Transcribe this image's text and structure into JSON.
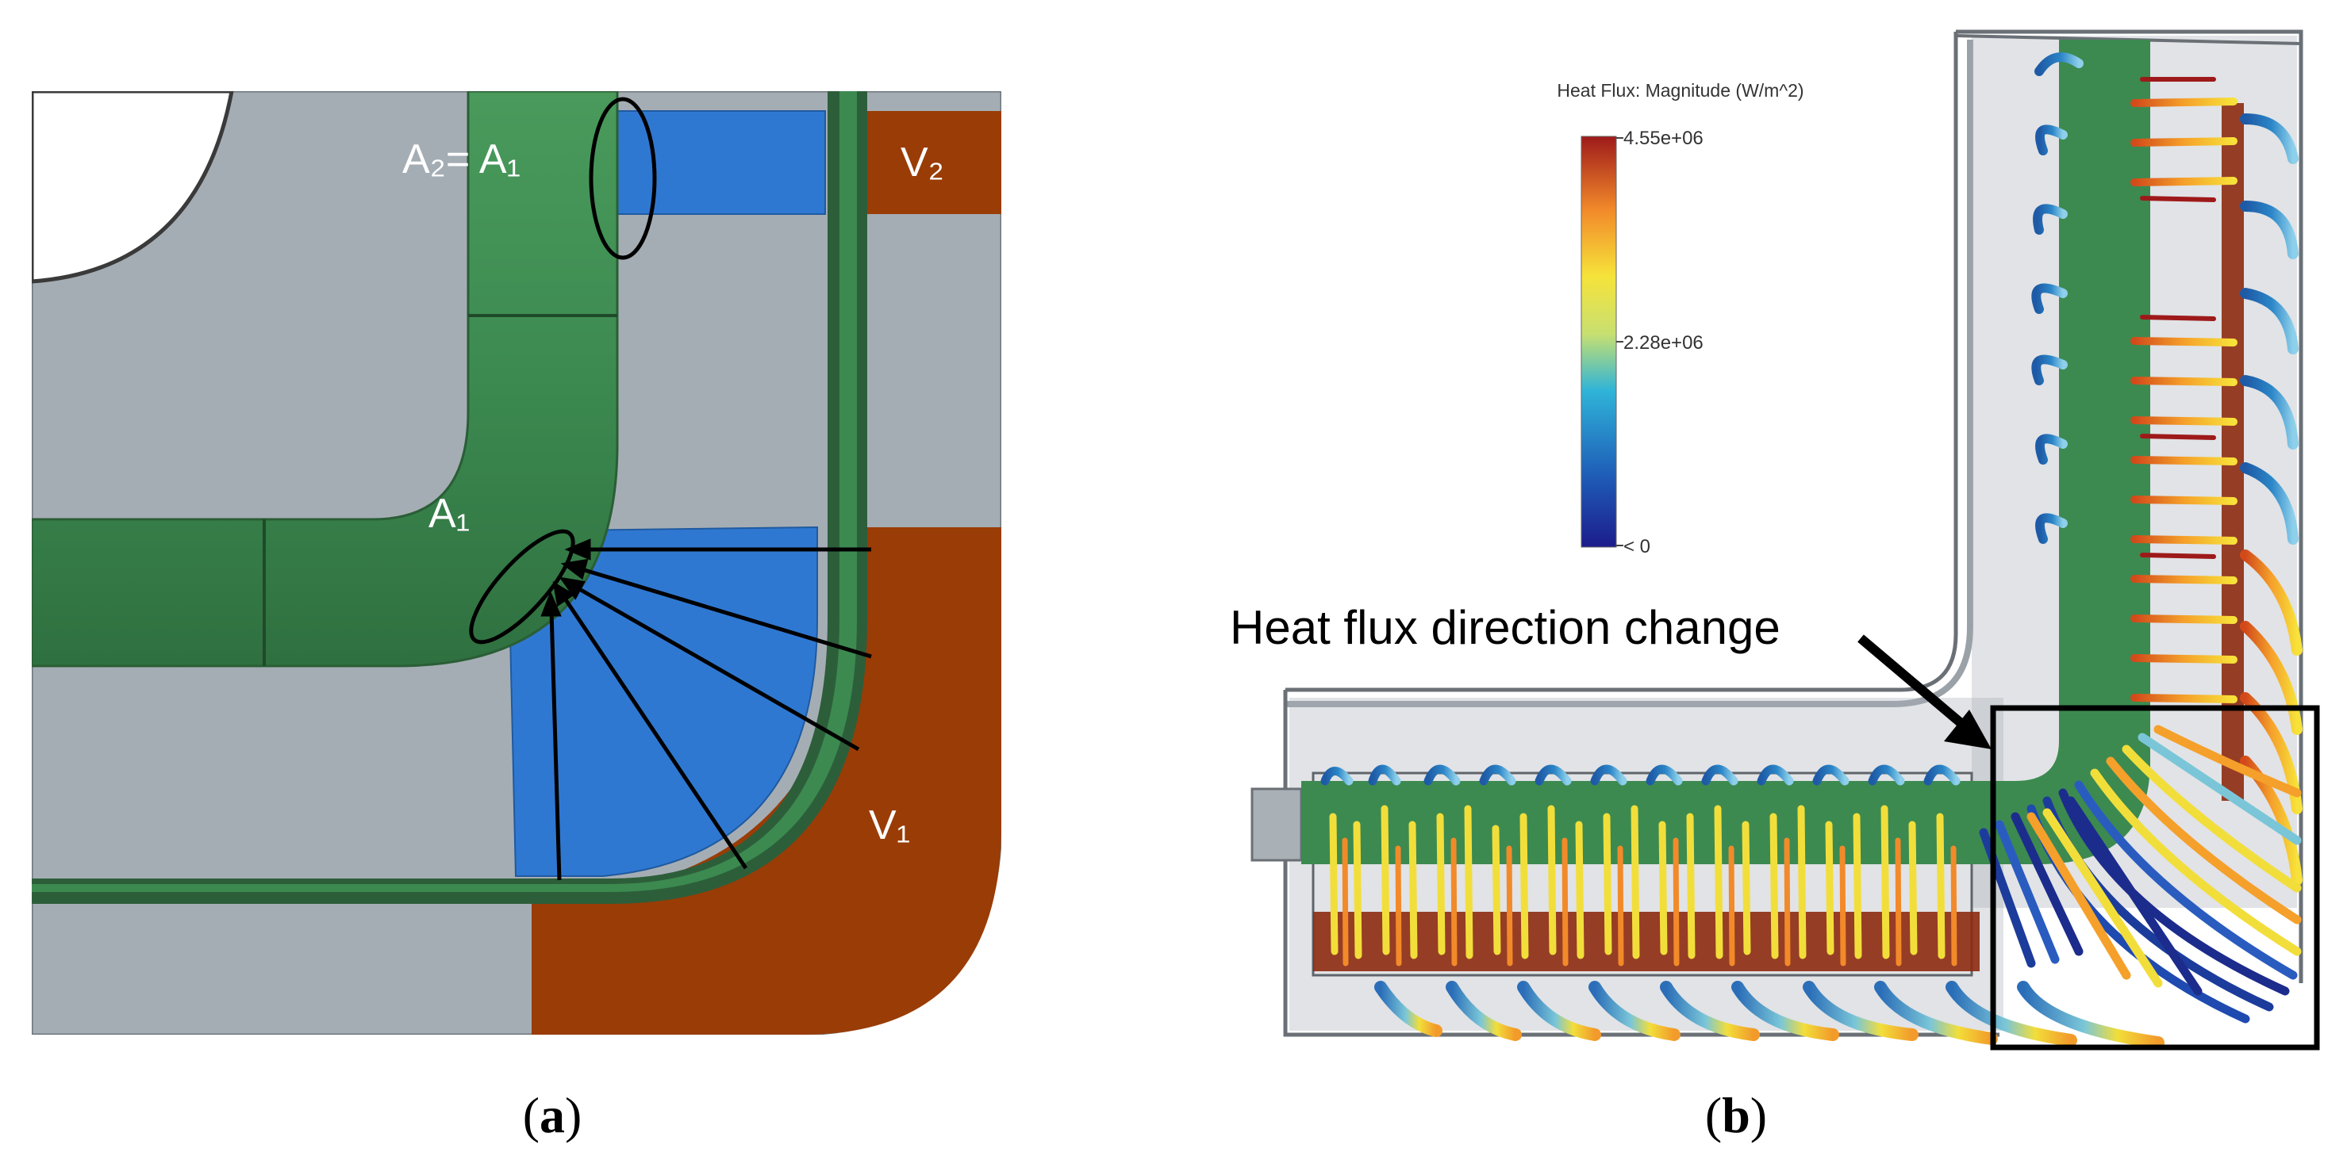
{
  "panel_a": {
    "label_a2_eq_a1": "A₂= A₁",
    "label_a1": "A₁",
    "label_v2": "V₂",
    "label_v1": "V₁",
    "caption_open": "(",
    "caption_letter": "a",
    "caption_close": ")"
  },
  "panel_b": {
    "legend_title": "Heat Flux: Magnitude (W/m^2)",
    "legend_max": "4.55e+06",
    "legend_mid": "2.28e+06",
    "legend_min": "< 0",
    "annotation": "Heat flux direction change",
    "caption_open": "(",
    "caption_letter": "b",
    "caption_close": ")"
  },
  "colors": {
    "background_grey": "#a5adb4",
    "pipe_green": "#3c8a50",
    "fin_dark_green": "#2d5e3a",
    "region_blue": "#2f78d2",
    "region_brown": "#9a3c06",
    "ink": "#000000"
  }
}
